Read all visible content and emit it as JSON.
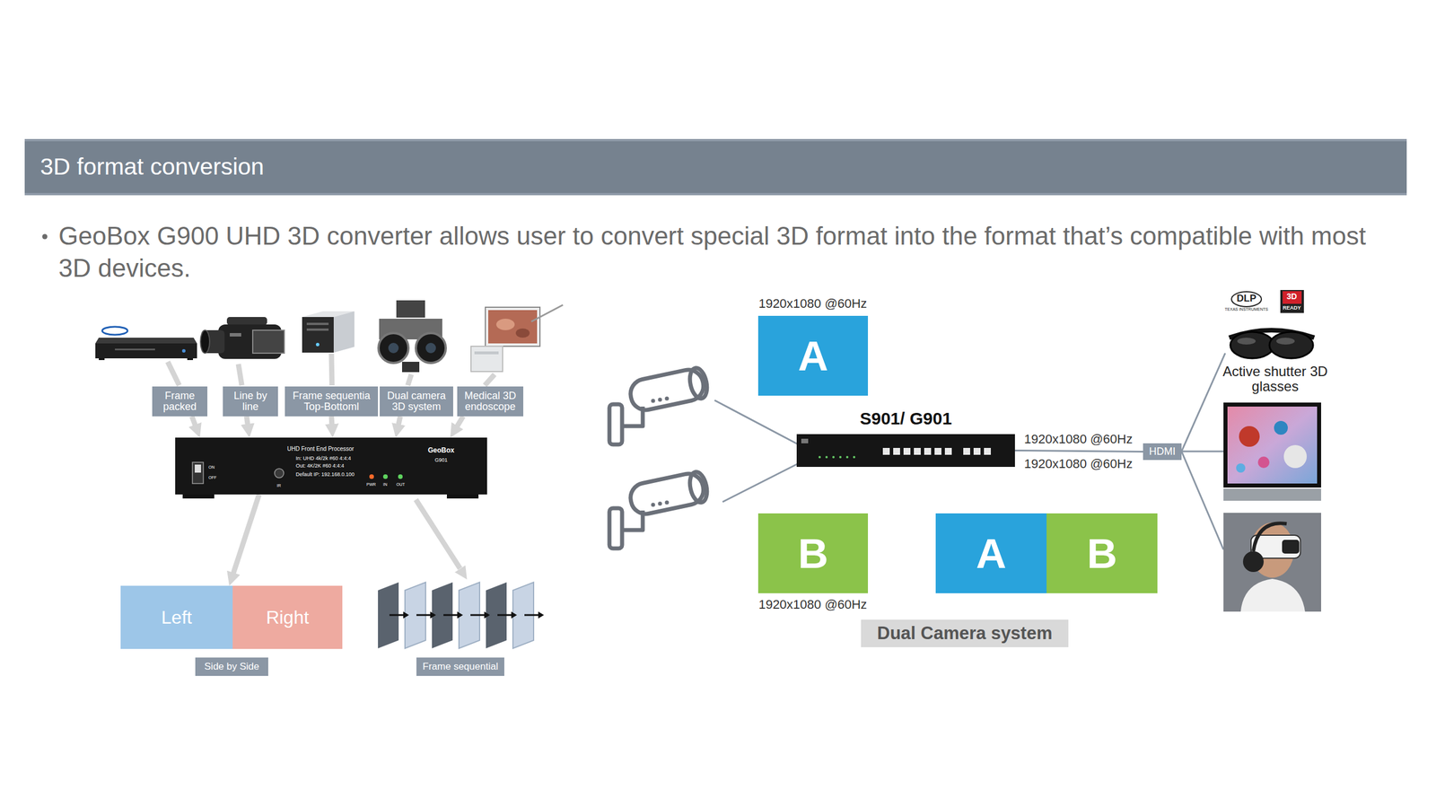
{
  "diagram": {
    "title": "3D format conversion",
    "nodes": [
      {
        "text": [
          "3D format conversion"
        ]
      },
      {
        "text": [
          "Frame packed"
        ]
      },
      {
        "text": [
          "Line by line"
        ]
      },
      {
        "text": [
          "Frame sequentia Top-Bottoml"
        ]
      },
      {
        "text": [
          "Dual camera 3D system"
        ]
      },
      {
        "text": [
          "Medical 3D endoscope"
        ]
      },
      {
        "text": [
          "GeoBox",
          "G901",
          "UHD Front End Processor",
          "In: UHD 4k/2k #60 4:4:4",
          "Out: 4K/2K #60 4:4:4",
          "Default IP: 192.168.0.100",
          "ON",
          "OFF",
          "IR",
          "PWR",
          "IN",
          "OUT"
        ]
      },
      {
        "text": [
          "Left"
        ]
      },
      {
        "text": [
          "Right"
        ]
      },
      {
        "text": [
          "Side by Side"
        ]
      },
      {
        "text": [
          "Frame sequential"
        ]
      },
      {
        "text": [
          "A"
        ]
      },
      {
        "text": [
          "S901/ G901"
        ]
      },
      {
        "text": [
          "HDMI"
        ]
      },
      {
        "text": [
          "B"
        ]
      },
      {
        "text": [
          "A"
        ]
      },
      {
        "text": [
          "B"
        ]
      },
      {
        "text": [
          "Dual Camera system"
        ]
      }
    ],
    "edges": [
      {
        "from": 1,
        "to": 6,
        "arrow": "to"
      },
      {
        "from": 2,
        "to": 6,
        "arrow": "to"
      },
      {
        "from": 3,
        "to": 6,
        "arrow": "to"
      },
      {
        "from": 4,
        "to": 6,
        "arrow": "to"
      },
      {
        "from": 5,
        "to": 6,
        "arrow": "to"
      },
      {
        "from": 6,
        "to": 7,
        "arrow": "to"
      },
      {
        "from": 12,
        "to": 13,
        "arrow": "none"
      }
    ],
    "labels": [
      "GeoBox G900 UHD 3D converter allows user to convert special 3D format into the format that’s compatible with most 3D devices.",
      "1920x1080 @60Hz",
      "1920x1080 @60Hz",
      "1920x1080 @60Hz",
      "1920x1080 @60Hz",
      "DLP",
      "TEXAS INSTRUMENTS",
      "3D",
      "READY",
      "Active shutter 3D glasses"
    ]
  }
}
